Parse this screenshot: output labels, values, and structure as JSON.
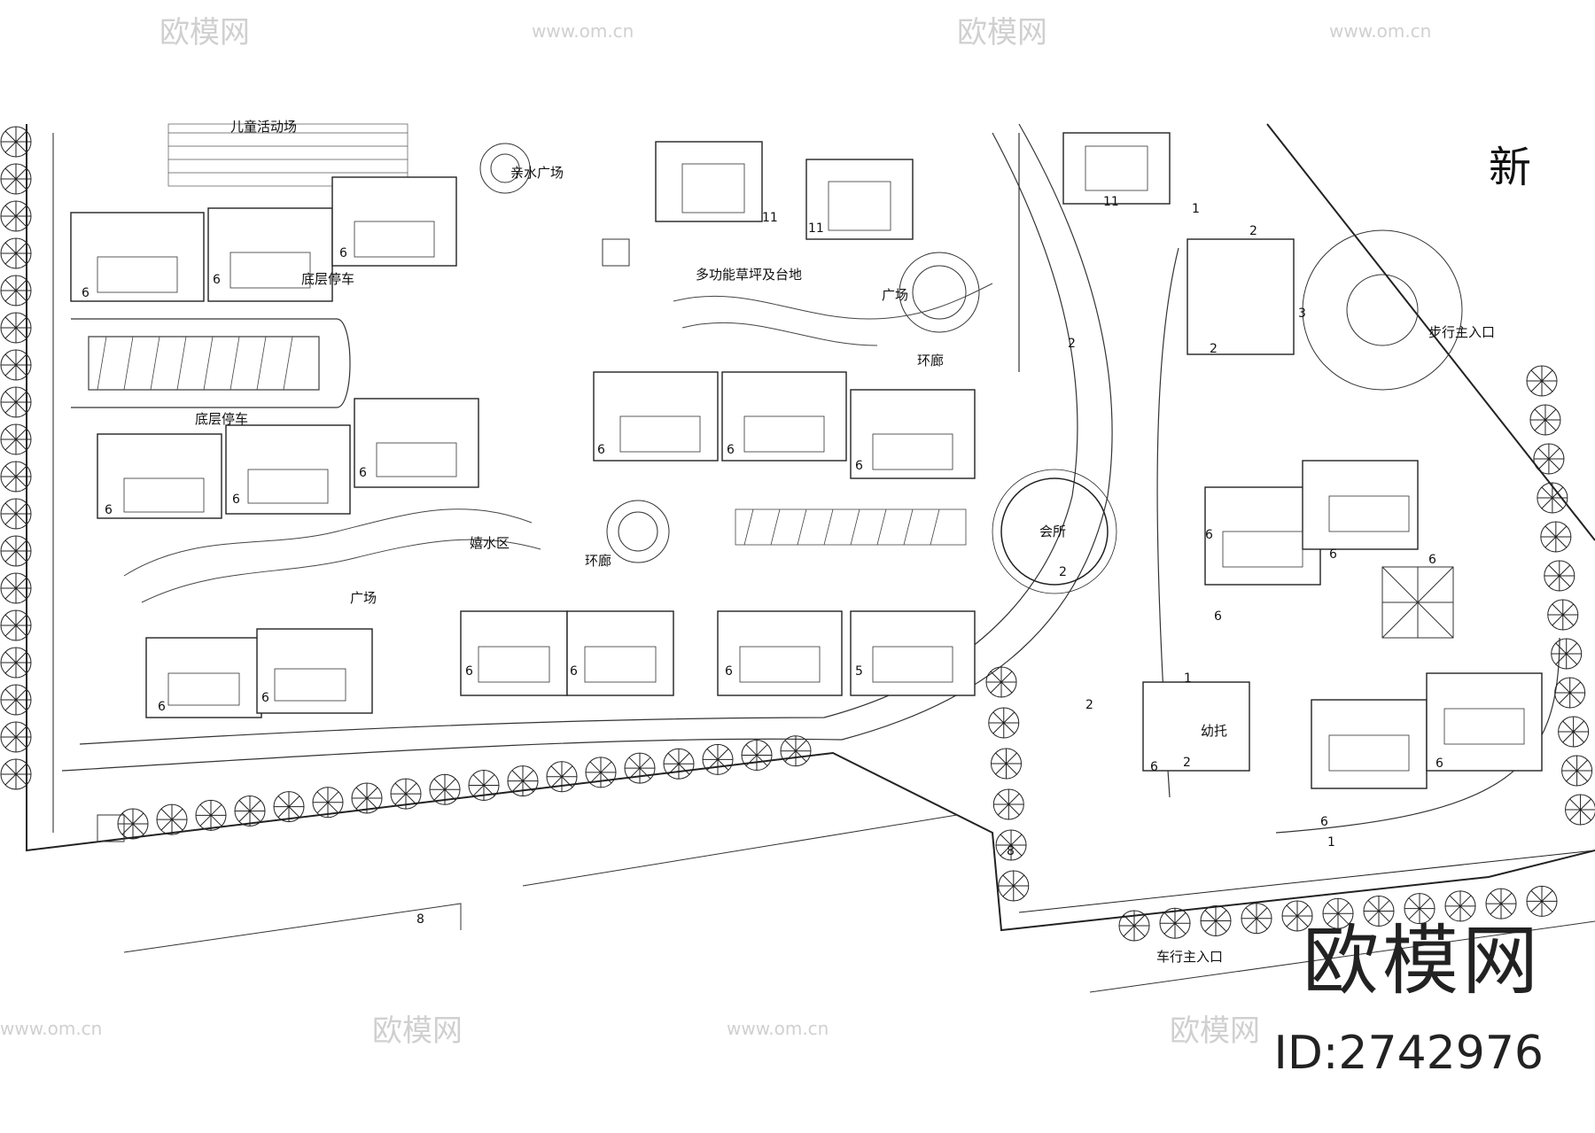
{
  "plan": {
    "labels": {
      "children_area": "儿童活动场",
      "ground_parking_1": "底层停车",
      "ground_parking_2": "底层停车",
      "waterside_plaza": "亲水广场",
      "lawn_stage": "多功能草坪及台地",
      "plaza_1": "广场",
      "plaza_2": "广场",
      "corridor_1": "环廊",
      "corridor_2": "环廊",
      "water_play": "嬉水区",
      "clubhouse": "会所",
      "kindergarten": "幼托",
      "pedestrian_entrance": "步行主入口",
      "vehicle_entrance": "车行主入口",
      "new_char": "新"
    },
    "floor_numbers": [
      "6",
      "6",
      "6",
      "6",
      "6",
      "6",
      "6",
      "6",
      "6",
      "6",
      "6",
      "6",
      "6",
      "6",
      "6",
      "6",
      "5",
      "6",
      "6",
      "6",
      "6",
      "6",
      "11",
      "11",
      "11",
      "1",
      "2",
      "2",
      "3",
      "2",
      "2",
      "2",
      "1",
      "2",
      "1",
      "8",
      "8"
    ]
  },
  "watermark": {
    "brand": "欧模网",
    "site": "www.om.cn",
    "id": "ID:2742976"
  },
  "colors": {
    "line": "#222222",
    "watermark": "#d0d0d0",
    "background": "#ffffff"
  }
}
